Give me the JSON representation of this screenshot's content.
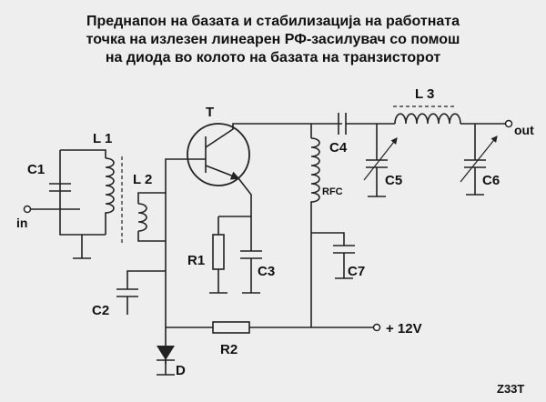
{
  "title": {
    "line1": "Преднапон на базата и стабилизација на работната",
    "line2": "точка на излезен линеарен РФ-засилувач со помош",
    "line3": "на диода во колото на базата на транзисторот"
  },
  "labels": {
    "transistor": "T",
    "l1": "L 1",
    "c1": "C1",
    "l2": "L 2",
    "input": "in",
    "r1": "R1",
    "c3": "C3",
    "c2": "C2",
    "r2": "R2",
    "diode": "D",
    "c4": "C4",
    "rfc": "RFC",
    "c7": "C7",
    "supply": "+ 12V",
    "c5": "C5",
    "l3": "L 3",
    "c6": "C6",
    "output": "out",
    "code": "Z33T"
  }
}
